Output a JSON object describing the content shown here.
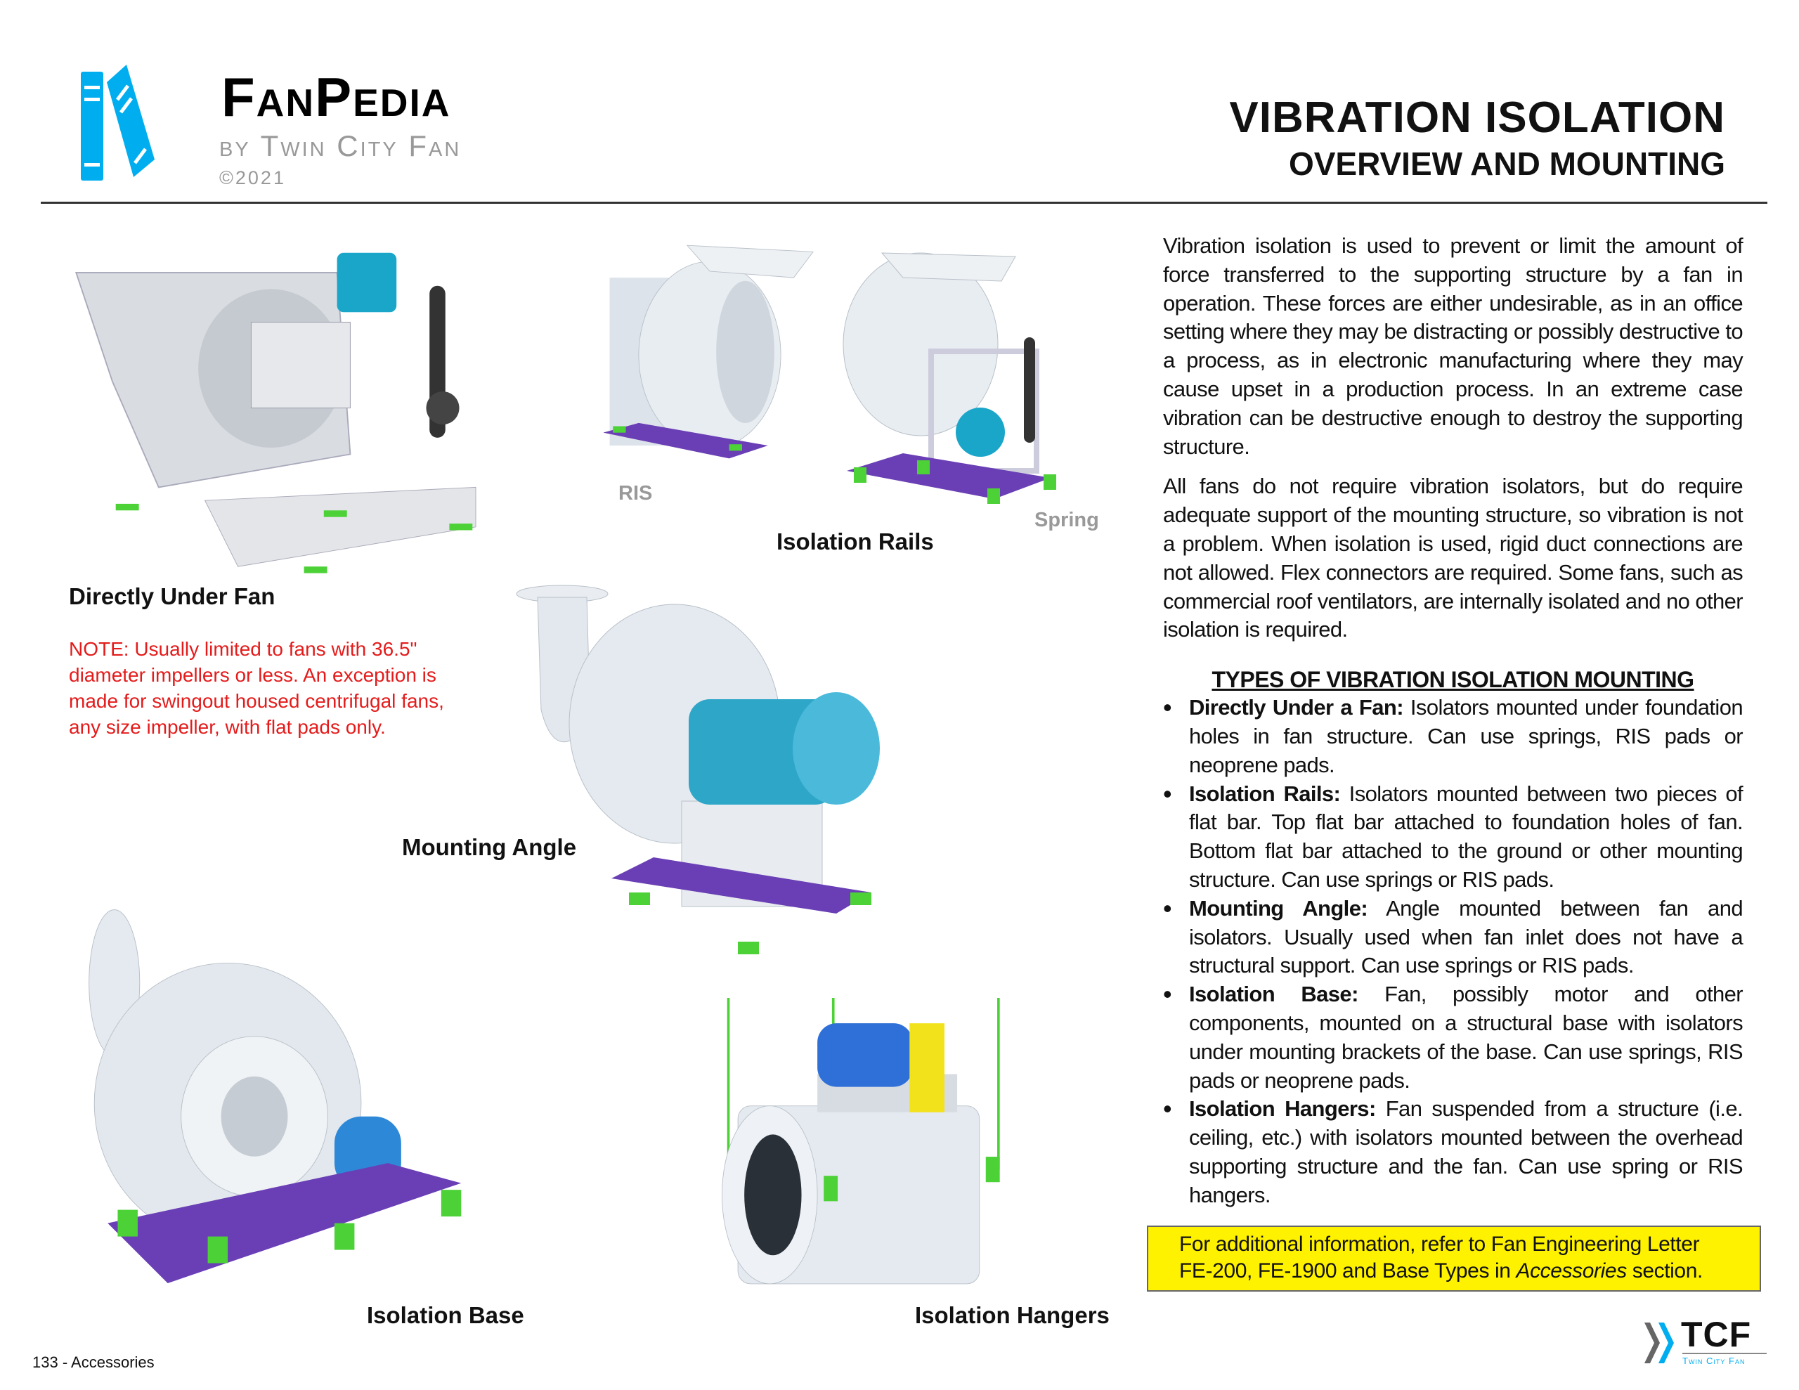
{
  "header": {
    "brand": "FanPedia",
    "byline": "by Twin City Fan",
    "copyright": "©2021",
    "title": "VIBRATION ISOLATION",
    "subtitle": "OVERVIEW AND MOUNTING"
  },
  "intro": [
    "Vibration isolation is used to prevent or limit the amount of force transferred to the supporting structure by a fan in operation. These forces are either undesirable, as in an office setting where they may be distracting or possibly destructive to a process, as in electronic manufacturing where they may cause upset in a production process. In an extreme case vibration can be destructive enough to destroy the supporting structure.",
    "All fans do not require vibration isolators, but do require adequate support of the mounting structure, so vibration is not a problem. When isolation is used, rigid duct connections are not allowed. Flex connectors are required. Some fans, such as commercial roof ventilators, are internally isolated and no other isolation is required."
  ],
  "types": {
    "heading": "TYPES OF VIBRATION ISOLATION MOUNTING",
    "items": [
      {
        "term": "Directly Under a Fan:",
        "text": " Isolators mounted under foundation holes in fan structure. Can use springs, RIS pads or neoprene pads."
      },
      {
        "term": "Isolation Rails:",
        "text": " Isolators mounted between two pieces of flat bar. Top flat bar attached to foundation holes of fan. Bottom flat bar attached to the ground or other mounting structure. Can use springs or RIS pads."
      },
      {
        "term": "Mounting Angle:",
        "text": " Angle mounted between fan and isolators. Usually used when fan inlet does not have a structural support. Can use springs or RIS pads."
      },
      {
        "term": "Isolation Base:",
        "text": " Fan, possibly motor and other components, mounted on a structural base with isolators under mounting brackets of the base. Can use springs, RIS pads or neoprene pads."
      },
      {
        "term": "Isolation Hangers:",
        "text": " Fan suspended from a structure (i.e. ceiling, etc.) with isolators mounted between the overhead supporting structure and the fan. Can use spring or RIS hangers."
      }
    ]
  },
  "info_box": {
    "line1": "For additional information, refer to Fan Engineering Letter",
    "line2_pre": "FE-200, FE-1900 and Base Types in ",
    "line2_em": "Accessories",
    "line2_post": " section."
  },
  "captions": {
    "directly_under_fan": "Directly Under Fan",
    "ris": "RIS",
    "isolation_rails": "Isolation Rails",
    "spring": "Spring",
    "mounting_angle": "Mounting Angle",
    "isolation_base": "Isolation Base",
    "isolation_hangers": "Isolation Hangers"
  },
  "note": "NOTE: Usually limited to fans with 36.5\" diameter impellers or less. An exception is made for swingout housed centrifugal fans, any size impeller, with flat pads only.",
  "footer": {
    "page": "133 - Accessories"
  },
  "tcf_logo": {
    "mark": "TCF",
    "name": "Twin City Fan"
  },
  "colors": {
    "brand_blue": "#00aeef",
    "note_red": "#e41b1b",
    "highlight": "#fff200",
    "isolator_green": "#4cd137",
    "base_purple": "#6a3fb5"
  }
}
